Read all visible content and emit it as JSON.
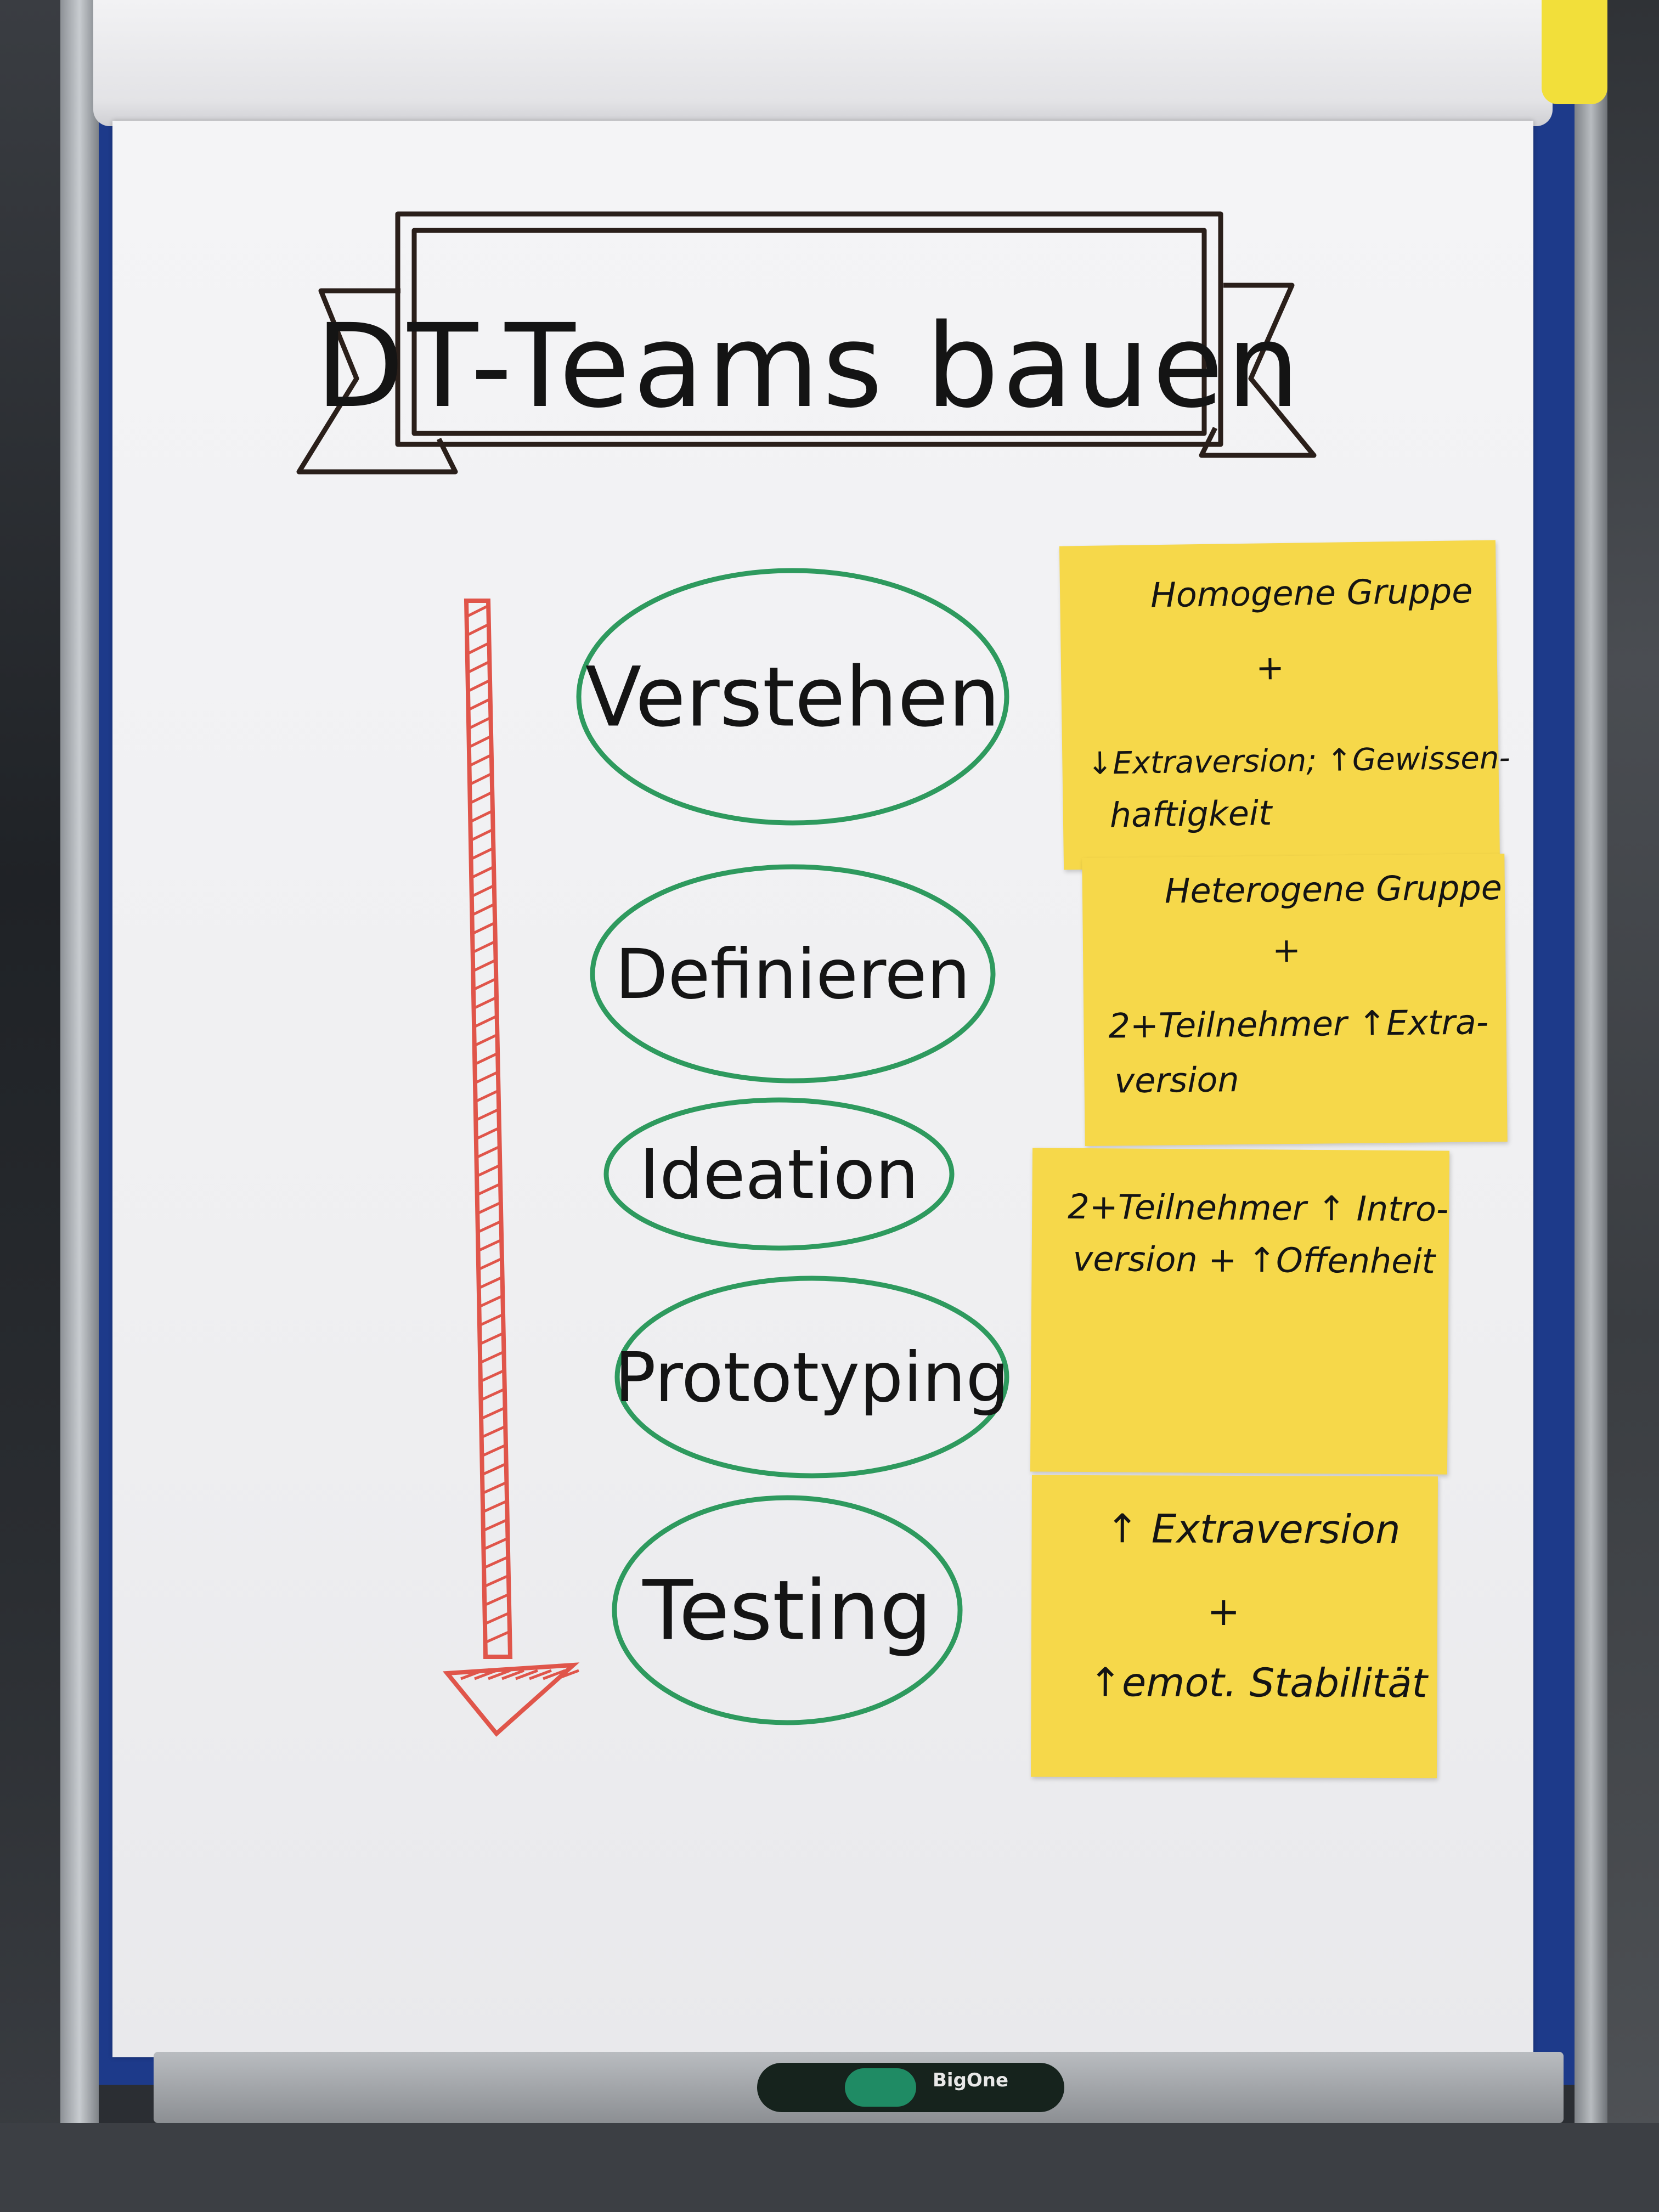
{
  "title": "DT-Teams bauen",
  "phases": [
    "Verstehen",
    "Definieren",
    "Ideation",
    "Prototyping",
    "Testing"
  ],
  "notes": [
    {
      "lines": [
        "Homogene Gruppe",
        "+",
        "↓Extraversion; ↑Gewissen-",
        "haftigkeit"
      ]
    },
    {
      "lines": [
        "Heterogene Gruppe",
        "+",
        "2+Teilnehmer ↑Extra-",
        "version"
      ]
    },
    {
      "lines": [
        "2+Teilnehmer ↑ Intro-",
        "version + ↑Offenheit"
      ]
    },
    {
      "lines": [
        "↑ Extraversion",
        "+",
        "↑emot. Stabilität"
      ]
    }
  ],
  "marker": {
    "label": "BigOne"
  },
  "colors": {
    "ellipse": "#2e9a5e",
    "arrow": "#e0554a",
    "note": "#f6d84a",
    "board": "#1d3a8a"
  }
}
